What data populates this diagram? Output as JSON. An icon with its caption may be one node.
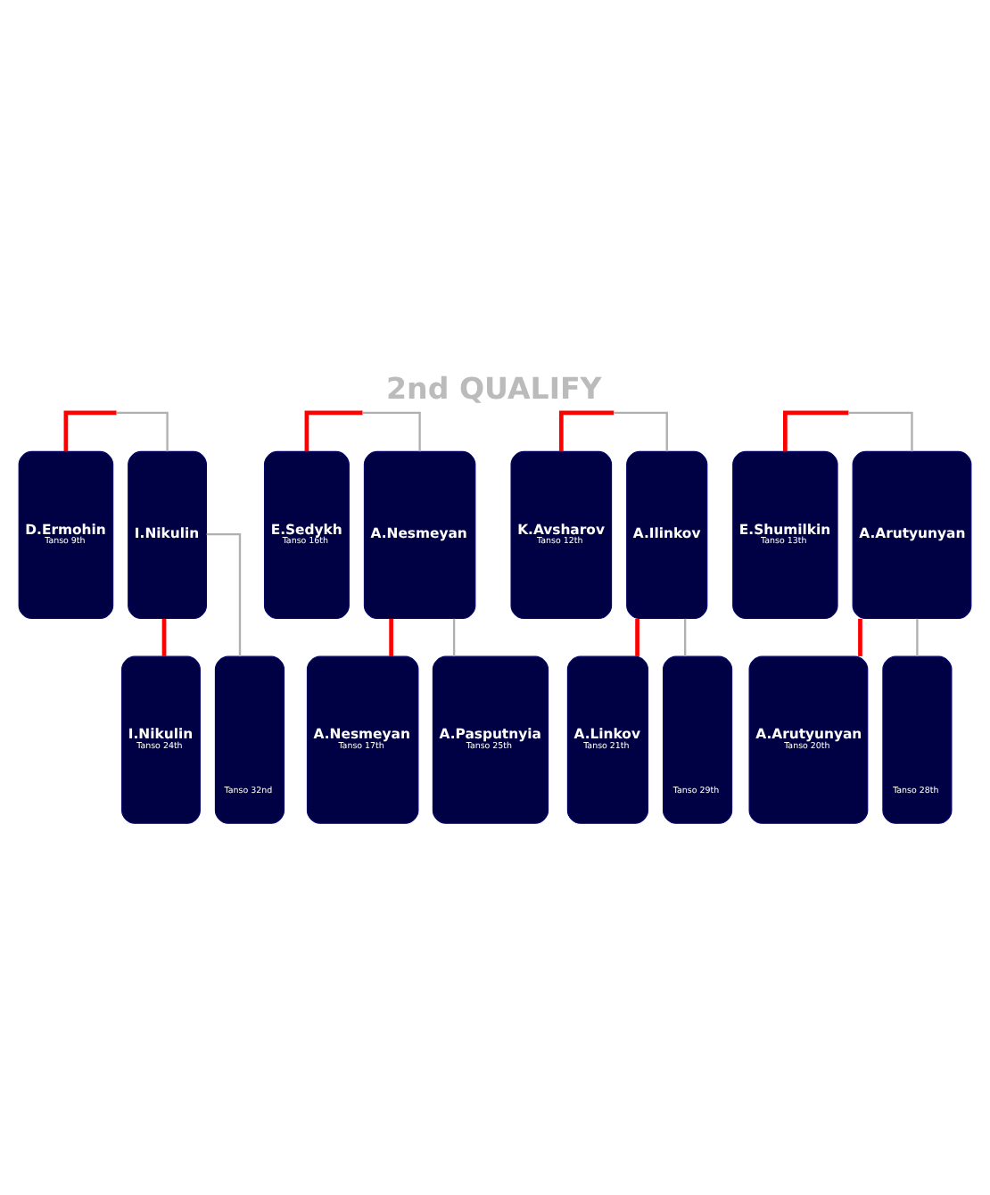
{
  "diagram": {
    "title": "2nd QUALIFY",
    "nodes": [
      {
        "text": [
          "D.Ermohin",
          "Tanso 9th"
        ]
      },
      {
        "text": [
          "I.Nikulin"
        ]
      },
      {
        "text": [
          "E.Sedykh",
          "Tanso 16th"
        ]
      },
      {
        "text": [
          "A.Nesmeyan"
        ]
      },
      {
        "text": [
          "K.Avsharov",
          "Tanso 12th"
        ]
      },
      {
        "text": [
          "A.Ilinkov"
        ]
      },
      {
        "text": [
          "E.Shumilkin",
          "Tanso 13th"
        ]
      },
      {
        "text": [
          "A.Arutyunyan"
        ]
      },
      {
        "text": [
          "I.Nikulin",
          "Tanso 24th"
        ]
      },
      {
        "text": [
          "Tanso 32nd"
        ]
      },
      {
        "text": [
          "A.Nesmeyan",
          "Tanso 17th"
        ]
      },
      {
        "text": [
          "A.Pasputnyia",
          "Tanso 25th"
        ]
      },
      {
        "text": [
          "A.Linkov",
          "Tanso 21th"
        ]
      },
      {
        "text": [
          "Tanso 29th"
        ]
      },
      {
        "text": [
          "A.Arutyunyan",
          "Tanso 20th"
        ]
      },
      {
        "text": [
          "Tanso 28th"
        ]
      }
    ],
    "edges": [
      {
        "from": 0,
        "to": null,
        "arrow": "none"
      },
      {
        "from": 1,
        "to": null,
        "arrow": "none",
        "color": "#b0b0b0"
      },
      {
        "from": 2,
        "to": null,
        "arrow": "none"
      },
      {
        "from": 3,
        "to": null,
        "arrow": "none",
        "color": "#b0b0b0"
      },
      {
        "from": 4,
        "to": null,
        "arrow": "none"
      },
      {
        "from": 5,
        "to": null,
        "arrow": "none",
        "color": "#b0b0b0"
      },
      {
        "from": 6,
        "to": null,
        "arrow": "none"
      },
      {
        "from": 7,
        "to": null,
        "arrow": "none",
        "color": "#b0b0b0"
      },
      {
        "from": 8,
        "to": 1,
        "arrow": "none"
      },
      {
        "from": 9,
        "to": 1,
        "arrow": "none",
        "color": "#b0b0b0"
      },
      {
        "from": 10,
        "to": 3,
        "arrow": "none"
      },
      {
        "from": 11,
        "to": 3,
        "arrow": "none",
        "color": "#b0b0b0"
      },
      {
        "from": 12,
        "to": 5,
        "arrow": "none"
      },
      {
        "from": 13,
        "to": 5,
        "arrow": "none",
        "color": "#b0b0b0"
      },
      {
        "from": 14,
        "to": 7,
        "arrow": "none"
      },
      {
        "from": 15,
        "to": 7,
        "arrow": "none",
        "color": "#b0b0b0"
      }
    ]
  }
}
